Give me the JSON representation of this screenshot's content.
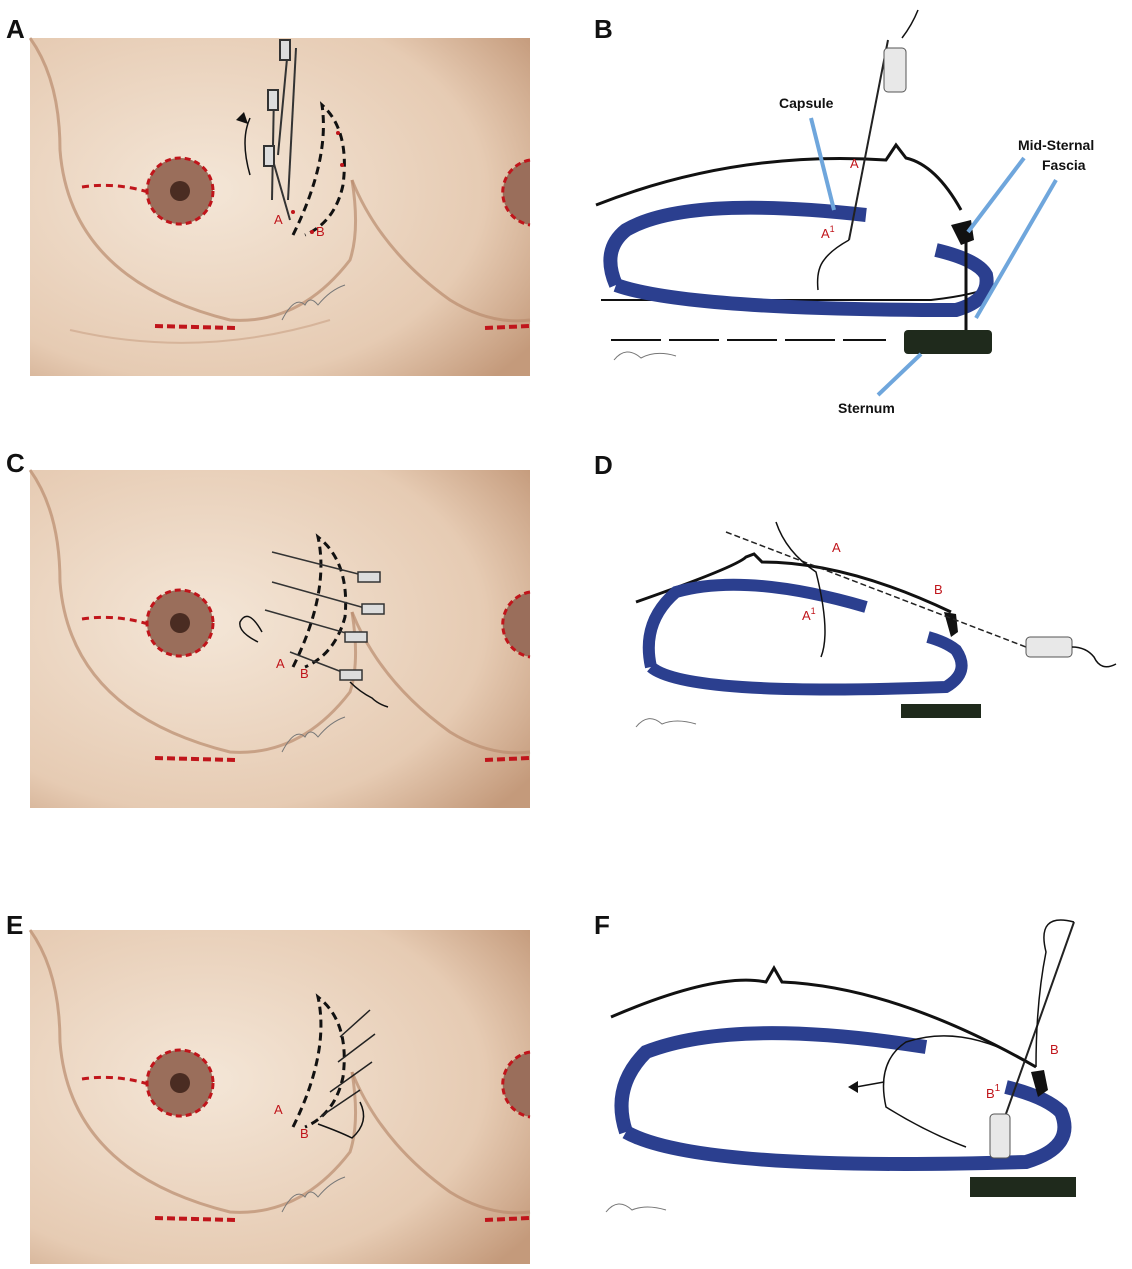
{
  "panels": [
    {
      "id": "A",
      "letter": "A",
      "labels": {
        "point_a": "A",
        "point_b": "B"
      }
    },
    {
      "id": "B",
      "letter": "B",
      "labels": {
        "point_a": "A",
        "point_a1_base": "A",
        "point_a1_sup": "1",
        "capsule": "Capsule",
        "mid_sternal_1": "Mid-Sternal",
        "mid_sternal_2": "Fascia",
        "sternum": "Sternum"
      }
    },
    {
      "id": "C",
      "letter": "C",
      "labels": {
        "point_a": "A",
        "point_b": "B"
      }
    },
    {
      "id": "D",
      "letter": "D",
      "labels": {
        "point_a": "A",
        "point_a1_base": "A",
        "point_a1_sup": "1",
        "point_b": "B"
      }
    },
    {
      "id": "E",
      "letter": "E",
      "labels": {
        "point_a": "A",
        "point_b": "B"
      }
    },
    {
      "id": "F",
      "letter": "F",
      "labels": {
        "point_b": "B",
        "point_b1_base": "B",
        "point_b1_sup": "1"
      }
    }
  ],
  "colors": {
    "skin": "#ecd9c6",
    "skin_shadow": "#c9a185",
    "capsule": "#2b3f8f",
    "sternum": "#1f2a1c",
    "marker": "#c0151b",
    "arrow": "#6fa6dc",
    "ink": "#111111"
  }
}
